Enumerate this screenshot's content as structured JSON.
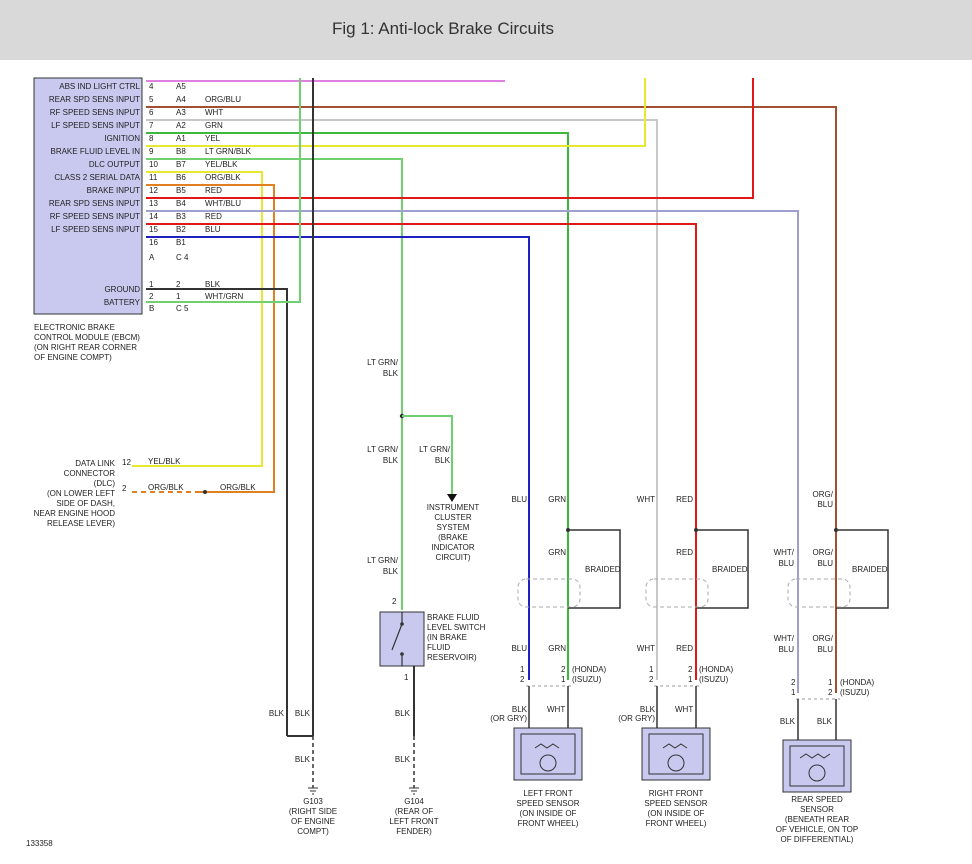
{
  "title": "Fig 1: Anti-lock Brake Circuits",
  "figure_id": "133358",
  "colors": {
    "module_fill": "#c9c9f0",
    "blu": "#2020c0",
    "grn": "#3cb83c",
    "wht": "#c8c8c8",
    "red": "#e01818",
    "yel": "#e8e830",
    "orgblu": "#a05030",
    "ltgrnblk": "#70d070",
    "orgblk": "#e08020",
    "pink": "#e080e0",
    "whtblu": "#a0a0d0",
    "dark": "#333333"
  },
  "module": {
    "name": [
      "ELECTRONIC BRAKE",
      "CONTROL MODULE (EBCM)",
      "(ON RIGHT REAR CORNER",
      "OF ENGINE COMPT)"
    ],
    "pins": [
      {
        "label": "ABS IND LIGHT CTRL",
        "p": "4",
        "c": "A5",
        "wire": ""
      },
      {
        "label": "REAR SPD SENS INPUT",
        "p": "5",
        "c": "A4",
        "wire": "ORG/BLU"
      },
      {
        "label": "RF SPEED SENS INPUT",
        "p": "6",
        "c": "A3",
        "wire": "WHT"
      },
      {
        "label": "LF SPEED SENS INPUT",
        "p": "7",
        "c": "A2",
        "wire": "GRN"
      },
      {
        "label": "IGNITION",
        "p": "8",
        "c": "A1",
        "wire": "YEL"
      },
      {
        "label": "BRAKE FLUID LEVEL IN",
        "p": "9",
        "c": "B8",
        "wire": "LT GRN/BLK"
      },
      {
        "label": "DLC OUTPUT",
        "p": "10",
        "c": "B7",
        "wire": "YEL/BLK"
      },
      {
        "label": "CLASS 2 SERIAL DATA",
        "p": "11",
        "c": "B6",
        "wire": "ORG/BLK"
      },
      {
        "label": "BRAKE INPUT",
        "p": "12",
        "c": "B5",
        "wire": "RED"
      },
      {
        "label": "REAR SPD SENS INPUT",
        "p": "13",
        "c": "B4",
        "wire": "WHT/BLU"
      },
      {
        "label": "RF SPEED SENS INPUT",
        "p": "14",
        "c": "B3",
        "wire": "RED"
      },
      {
        "label": "LF SPEED SENS INPUT",
        "p": "15",
        "c": "B2",
        "wire": "BLU"
      },
      {
        "label": "",
        "p": "16",
        "c": "B1",
        "wire": ""
      }
    ],
    "conn_a_marker": "A",
    "conn_a": "C 4",
    "ground_label": "GROUND",
    "battery_label": "BATTERY",
    "ground_p1": "1",
    "ground_p2": "2",
    "ground_wire": "BLK",
    "battery_p1": "2",
    "battery_p2": "1",
    "battery_wire": "WHT/GRN",
    "conn_b_marker": "B",
    "conn_b": "C 5"
  },
  "dlc": {
    "label": [
      "DATA LINK",
      "CONNECTOR",
      "(DLC)",
      "(ON LOWER LEFT",
      "SIDE OF DASH,",
      "NEAR ENGINE HOOD",
      "RELEASE LEVER)"
    ],
    "pin12": "12",
    "pin2": "2",
    "wire12": "YEL/BLK",
    "wire2": "ORG/BLK",
    "wire2b": "ORG/BLK"
  },
  "brake_fluid": {
    "wire_label": "LT GRN/BLK",
    "branch_label": "LT GRN/BLK",
    "cluster": [
      "INSTRUMENT",
      "CLUSTER",
      "SYSTEM",
      "(BRAKE",
      "INDICATOR",
      "CIRCUIT)"
    ],
    "switch": [
      "BRAKE FLUID",
      "LEVEL SWITCH",
      "(IN BRAKE",
      "FLUID",
      "RESERVOIR)"
    ],
    "pin_top": "2",
    "pin_bottom": "1"
  },
  "grounds": [
    {
      "name": "G103",
      "desc": [
        "(RIGHT SIDE",
        "OF ENGINE",
        "COMPT)"
      ],
      "wire1": "BLK",
      "wire2": "BLK",
      "wire3": "BLK"
    },
    {
      "name": "G104",
      "desc": [
        "(REAR OF",
        "LEFT FRONT",
        "FENDER)"
      ],
      "wire1": "BLK",
      "wire2": "BLK"
    }
  ],
  "sensors": [
    {
      "name": [
        "LEFT FRONT",
        "SPEED SENSOR",
        "(ON INSIDE OF",
        "FRONT WHEEL)"
      ],
      "top_left": "BLU",
      "top_right": "GRN",
      "shield_label": "GRN",
      "braided": "BRAIDED",
      "below_left": "BLU",
      "below_right": "GRN",
      "pins_left": [
        "1",
        "2"
      ],
      "pins_right": [
        "2",
        "1"
      ],
      "honda": "(HONDA)",
      "isuzu": "(ISUZU)",
      "lower_left": "BLK",
      "lower_left2": "(OR GRY)",
      "lower_right": "WHT"
    },
    {
      "name": [
        "RIGHT FRONT",
        "SPEED SENSOR",
        "(ON INSIDE OF",
        "FRONT WHEEL)"
      ],
      "top_left": "WHT",
      "top_right": "RED",
      "shield_label": "RED",
      "braided": "BRAIDED",
      "below_left": "WHT",
      "below_right": "RED",
      "pins_left": [
        "1",
        "2"
      ],
      "pins_right": [
        "2",
        "1"
      ],
      "honda": "(HONDA)",
      "isuzu": "(ISUZU)",
      "lower_left": "BLK",
      "lower_left2": "(OR GRY)",
      "lower_right": "WHT"
    },
    {
      "name": [
        "REAR SPEED",
        "SENSOR",
        "(BENEATH REAR",
        "OF VEHICLE, ON TOP",
        "OF DIFFERENTIAL)"
      ],
      "top_right": "ORG/",
      "top_right2": "BLU",
      "shield_left": "WHT/",
      "shield_left2": "BLU",
      "shield_right": "ORG/",
      "shield_right2": "BLU",
      "braided": "BRAIDED",
      "below_left": "WHT/",
      "below_left2": "BLU",
      "below_right": "ORG/",
      "below_right2": "BLU",
      "pins_left": [
        "2",
        "1"
      ],
      "pins_right": [
        "1",
        "2"
      ],
      "honda": "(HONDA)",
      "isuzu": "(ISUZU)",
      "lower_left": "BLK",
      "lower_right": "BLK"
    }
  ]
}
